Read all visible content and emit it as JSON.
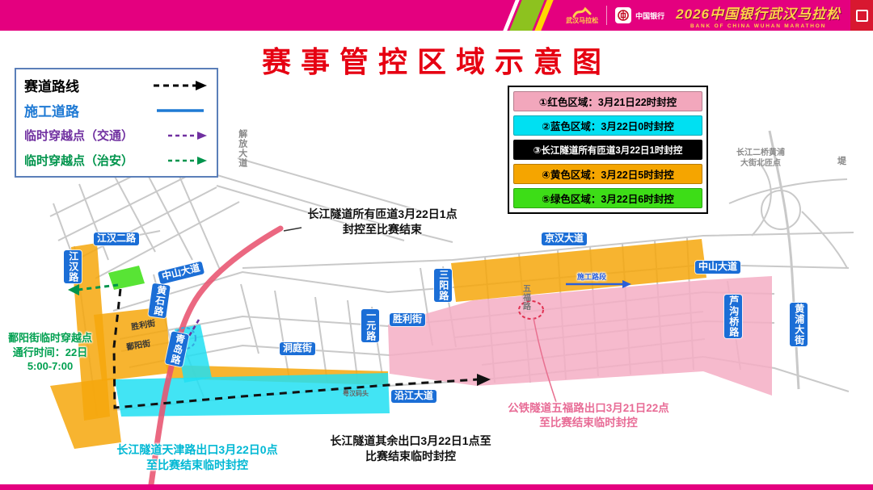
{
  "header": {
    "marathon_logo_label": "武汉马拉松",
    "boc_logo_label": "中国银行",
    "title": "2026中国银行武汉马拉松",
    "subtitle": "BANK OF CHINA WUHAN MARATHON"
  },
  "page_title": "赛事管控区域示意图",
  "legend_routes": {
    "items": [
      {
        "label": "赛道路线",
        "color": "#000000",
        "style": "dashed-arrow"
      },
      {
        "label": "施工道路",
        "color": "#1f7ad4",
        "style": "solid-line"
      },
      {
        "label": "临时穿越点（交通）",
        "color": "#7030a0",
        "style": "dashed-arrow"
      },
      {
        "label": "临时穿越点（治安）",
        "color": "#00944c",
        "style": "dashed-arrow"
      }
    ]
  },
  "legend_zones": {
    "items": [
      {
        "label": "①红色区域：3月21日22时封控",
        "bg": "#f2a7bc",
        "fg": "#000000"
      },
      {
        "label": "②蓝色区域：3月22日0时封控",
        "bg": "#00e0f2",
        "fg": "#000000"
      },
      {
        "label": "③长江隧道所有匝道3月22日1时封控",
        "bg": "#000000",
        "fg": "#ffffff"
      },
      {
        "label": "④黄色区域：3月22日5时封控",
        "bg": "#f5a500",
        "fg": "#000000"
      },
      {
        "label": "⑤绿色区域：3月22日6时封控",
        "bg": "#3ddd17",
        "fg": "#000000"
      }
    ]
  },
  "map": {
    "street_labels": [
      {
        "name": "jianghan-2-road",
        "text": "江汉二路"
      },
      {
        "name": "jianghan-road",
        "text": "江汉路"
      },
      {
        "name": "zhongshan-avenue-west",
        "text": "中山大道"
      },
      {
        "name": "huangshi-road",
        "text": "黄石路"
      },
      {
        "name": "qingdao-road",
        "text": "青岛路"
      },
      {
        "name": "dongting-street",
        "text": "洞庭街"
      },
      {
        "name": "yiyuan-road",
        "text": "一元路"
      },
      {
        "name": "sanyang-road",
        "text": "三阳路"
      },
      {
        "name": "shengli-street",
        "text": "胜利街"
      },
      {
        "name": "jinghan-avenue",
        "text": "京汉大道"
      },
      {
        "name": "zhongshan-avenue-east",
        "text": "中山大道"
      },
      {
        "name": "lugouqiao-road",
        "text": "芦沟桥路"
      },
      {
        "name": "huangpu-street",
        "text": "黄浦大街"
      },
      {
        "name": "yanjiang-avenue",
        "text": "沿江大道"
      },
      {
        "name": "shengli-street-small",
        "text": "胜利街"
      },
      {
        "name": "poyang-street-small",
        "text": "鄱阳街"
      },
      {
        "name": "jiefang-avenue",
        "text": "解放大道"
      },
      {
        "name": "bridge-ramp-note",
        "text": "长江二桥黄浦\n大街北匝点"
      },
      {
        "name": "dike",
        "text": "堤"
      },
      {
        "name": "wufu-road",
        "text": "五福路"
      },
      {
        "name": "yuehan-wharf",
        "text": "粤汉码头"
      }
    ],
    "annotations": {
      "tunnel_all_ramps": {
        "text": "长江隧道所有匝道3月22日1点\n封控至比赛结束",
        "color": "#111111"
      },
      "poyang_crossing": {
        "text": "鄱阳街临时穿越点\n通行时间：22日\n5:00-7:00",
        "color": "#00a050"
      },
      "tianjin_exit": {
        "text": "长江隧道天津路出口3月22日0点\n至比赛结束临时封控",
        "color": "#00b8d4"
      },
      "other_exits": {
        "text": "长江隧道其余出口3月22日1点至\n比赛结束临时封控",
        "color": "#111111"
      },
      "wufu_exit": {
        "text": "公铁隧道五福路出口3月21日22点\n至比赛结束临时封控",
        "color": "#e86c96"
      },
      "construction_segment": {
        "text": "施工路段",
        "color": "#2b5fd9"
      }
    },
    "zone_colors": {
      "red_zone": "#f5aec4",
      "blue_zone": "#21dff2",
      "yellow_zone": "#f6a70c",
      "green_zone": "#3bdf12",
      "tunnel_line": "#e8536f"
    }
  }
}
